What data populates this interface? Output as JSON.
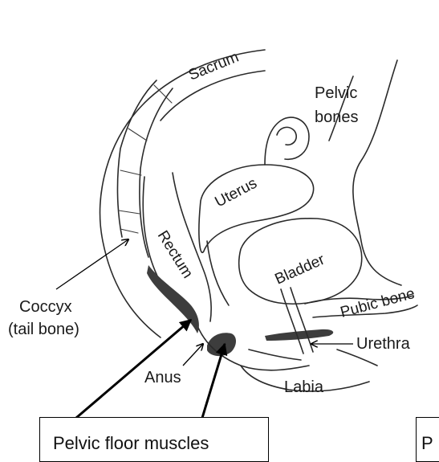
{
  "labels": {
    "sacrum": "Sacrum",
    "pelvic_bones_1": "Pelvic",
    "pelvic_bones_2": "bones",
    "uterus": "Uterus",
    "rectum": "Rectum",
    "bladder": "Bladder",
    "pubic_bone": "Pubic bone",
    "coccyx_1": "Coccyx",
    "coccyx_2": "(tail bone)",
    "urethra": "Urethra",
    "anus": "Anus",
    "labia": "Labia"
  },
  "caption": {
    "main": "Pelvic floor muscles",
    "partial": "P"
  },
  "colors": {
    "muscle": "#3d3d3d",
    "ink": "#2a2a2a"
  }
}
